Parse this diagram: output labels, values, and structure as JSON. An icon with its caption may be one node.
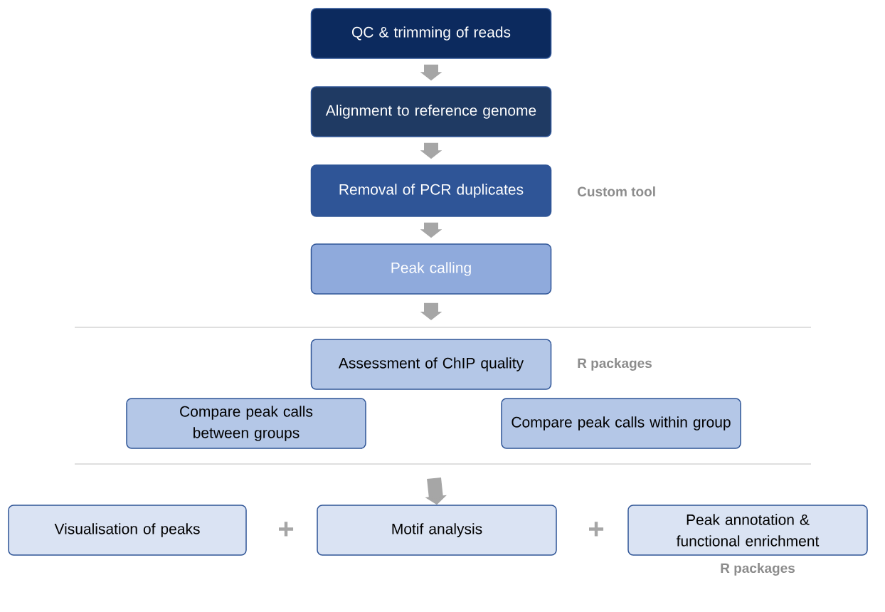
{
  "diagram": {
    "nodes": [
      {
        "text": [
          "QC & trimming of reads"
        ]
      },
      {
        "text": [
          "Alignment to reference genome"
        ]
      },
      {
        "text": [
          "Removal of PCR duplicates"
        ],
        "beside": [
          "Custom tool"
        ]
      },
      {
        "text": [
          "Peak calling"
        ]
      },
      {
        "text": [
          "Assessment of ChIP quality"
        ],
        "beside": [
          "R packages"
        ]
      },
      {
        "text": [
          "Compare peak calls between groups"
        ]
      },
      {
        "text": [
          "Compare peak calls within group"
        ]
      },
      {
        "text": [
          "Visualisation of peaks"
        ]
      },
      {
        "text": [
          "Motif analysis"
        ]
      },
      {
        "text": [
          "Peak annotation & functional enrichment"
        ],
        "beside": [
          "R packages"
        ]
      }
    ],
    "edges": [
      {
        "from": 0,
        "to": 1,
        "arrow": "to"
      },
      {
        "from": 1,
        "to": 2,
        "arrow": "to"
      },
      {
        "from": 2,
        "to": 3,
        "arrow": "to"
      },
      {
        "from": 3,
        "to": null,
        "arrow": "to"
      },
      {
        "from": null,
        "to": 8,
        "arrow": "to"
      }
    ],
    "labels": [
      "+",
      "+"
    ]
  }
}
